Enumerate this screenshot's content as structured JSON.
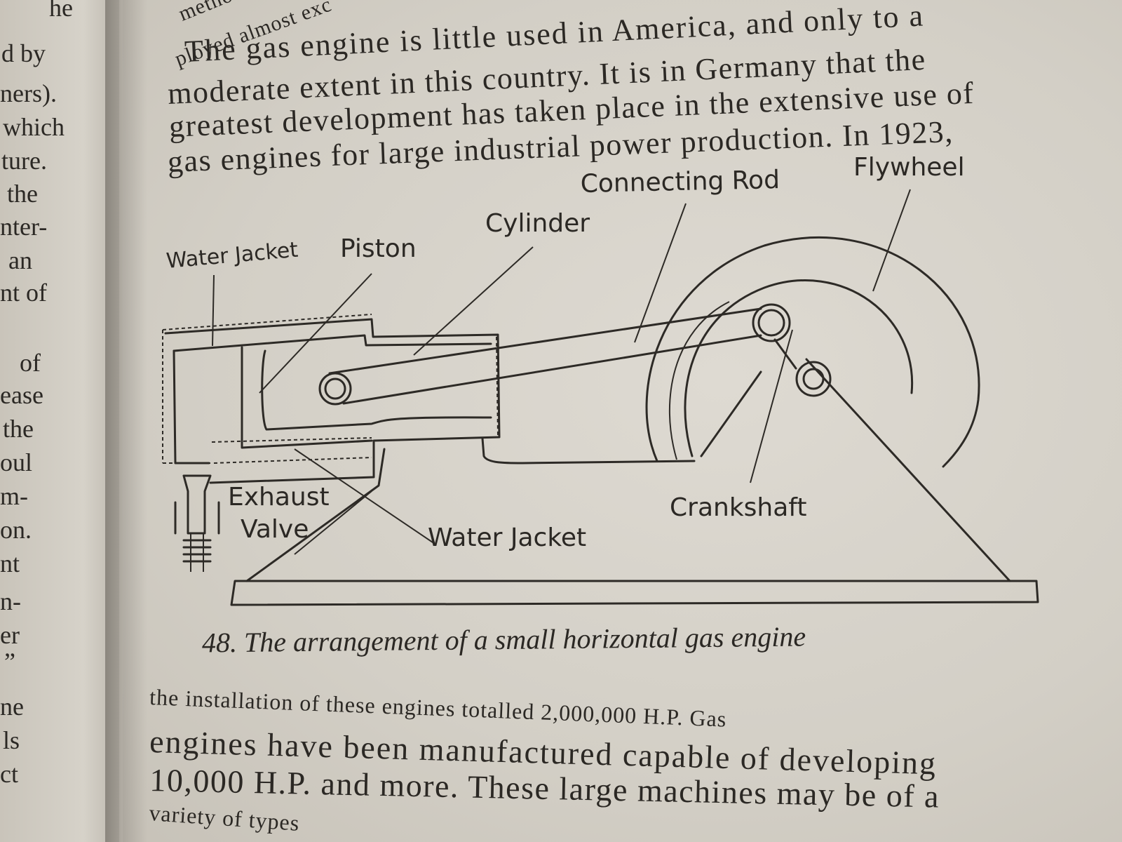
{
  "left_margin_fragments": [
    "he",
    "d by",
    "ners).",
    "which",
    "ture.",
    "the",
    "nter-",
    "an",
    "nt of",
    "of",
    "ease",
    "the",
    "oul",
    "m-",
    "on.",
    "nt",
    "n-",
    "er",
    "”",
    "ne",
    "ls",
    "ct"
  ],
  "top_text": {
    "line1": "method",
    "line2": "ployed almost exc",
    "line3": "The gas engine is little used in America, and only to a",
    "line4": "moderate extent in this country.  It is in Germany that the",
    "line5": "greatest development has taken place in the extensive use of",
    "line6": "gas engines for large industrial power production.  In 1923,"
  },
  "diagram_labels": {
    "water_jacket_top": "Water Jacket",
    "piston": "Piston",
    "cylinder": "Cylinder",
    "connecting_rod": "Connecting Rod",
    "flywheel": "Flywheel",
    "exhaust_valve_1": "Exhaust",
    "exhaust_valve_2": "Valve",
    "water_jacket_bottom": "Water Jacket",
    "crankshaft": "Crankshaft"
  },
  "caption": "48. The arrangement of a small horizontal gas engine",
  "bottom_text": {
    "line1": "the installation of these engines totalled 2,000,000 H.P.  Gas",
    "line2": "engines have been manufactured capable of developing",
    "line3": "10,000 H.P. and more.  These large machines may be of a",
    "line4": "variety of types"
  }
}
